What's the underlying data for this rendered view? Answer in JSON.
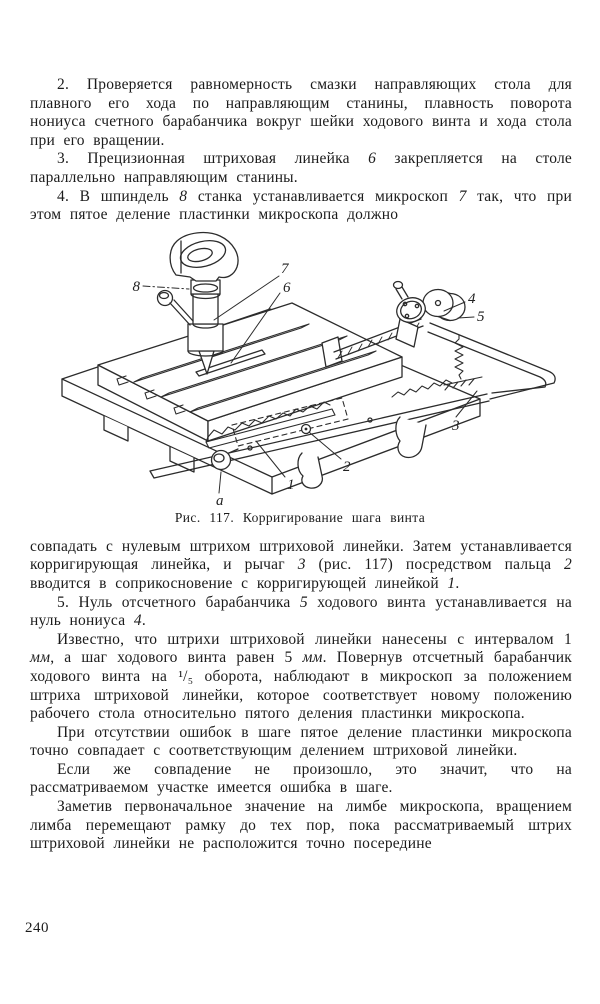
{
  "page": {
    "number": "240"
  },
  "content": {
    "top_paragraphs": [
      {
        "runs": [
          {
            "t": "2. Проверяется равномерность смазки направляющих стола для плавного его хода по направляющим станины, плавность поворота нониуса счетного барабанчика вокруг шейки ходового винта и хода стола при его вращении."
          }
        ]
      },
      {
        "runs": [
          {
            "t": "3. Прецизионная штриховая линейка "
          },
          {
            "t": "6",
            "i": true
          },
          {
            "t": " закрепляется на столе параллельно направляющим станины."
          }
        ]
      },
      {
        "runs": [
          {
            "t": "4. В шпиндель "
          },
          {
            "t": "8",
            "i": true
          },
          {
            "t": " станка устанавливается микроскоп "
          },
          {
            "t": "7",
            "i": true
          },
          {
            "t": " так, что при этом пятое деление пластинки микроскопа должно"
          }
        ]
      }
    ],
    "figure": {
      "caption": "Рис. 117. Корригирование шага винта",
      "labels": [
        {
          "text": "8"
        },
        {
          "text": "7"
        },
        {
          "text": "6"
        },
        {
          "text": "4"
        },
        {
          "text": "5"
        },
        {
          "text": "3"
        },
        {
          "text": "2"
        },
        {
          "text": "1"
        },
        {
          "text": "а"
        }
      ]
    },
    "bottom_paragraphs": [
      {
        "runs": [
          {
            "t": "совпадать с нулевым штрихом штриховой линейки. Затем устанавливается корригирующая линейка, и рычаг "
          },
          {
            "t": "3",
            "i": true
          },
          {
            "t": " (рис. 117) посредством пальца "
          },
          {
            "t": "2",
            "i": true
          },
          {
            "t": " вводится в соприкосновение с корригирующей линейкой "
          },
          {
            "t": "1",
            "i": true
          },
          {
            "t": "."
          }
        ]
      },
      {
        "runs": [
          {
            "t": "5. Нуль отсчетного барабанчика "
          },
          {
            "t": "5",
            "i": true
          },
          {
            "t": " ходового винта устанавливается на нуль нониуса "
          },
          {
            "t": "4",
            "i": true
          },
          {
            "t": "."
          }
        ]
      },
      {
        "runs": [
          {
            "t": "Известно, что штрихи штриховой линейки нанесены с интервалом 1 "
          },
          {
            "t": "мм",
            "i": true
          },
          {
            "t": ", а шаг ходового винта равен 5 "
          },
          {
            "t": "мм",
            "i": true
          },
          {
            "t": ". Повернув отсчетный барабанчик ходового винта на ¹/₅ оборота, наблюдают в микроскоп за положением штриха штриховой линейки, которое соответствует новому положению рабочего стола относительно пятого деления пластинки микроскопа."
          }
        ]
      },
      {
        "runs": [
          {
            "t": "При отсутствии ошибок в шаге пятое деление пластинки микроскопа точно совпадает с соответствующим делением штриховой линейки."
          }
        ]
      },
      {
        "runs": [
          {
            "t": "Если же совпадение не произошло, это значит, что на рассматриваемом участке имеется ошибка в шаге."
          }
        ]
      },
      {
        "runs": [
          {
            "t": "Заметив первоначальное значение на лимбе микроскопа, вращением лимба перемещают рамку до тех пор, пока рассматриваемый штрих штриховой линейки не расположится точно посередине"
          }
        ]
      }
    ]
  }
}
